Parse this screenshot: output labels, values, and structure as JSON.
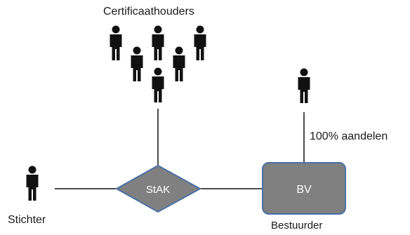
{
  "labels": {
    "certificate_holders": "Certificaathouders",
    "founder": "Stichter",
    "director": "Bestuurder",
    "shares": "100% aandelen"
  },
  "nodes": {
    "stak": "StAK",
    "bv": "BV"
  },
  "colors": {
    "shape_fill": "#808080",
    "shape_stroke": "#4a6fa5",
    "person": "#111111",
    "line": "#111111",
    "shape_text": "#ffffff"
  },
  "icons": {
    "person": "person-icon"
  }
}
